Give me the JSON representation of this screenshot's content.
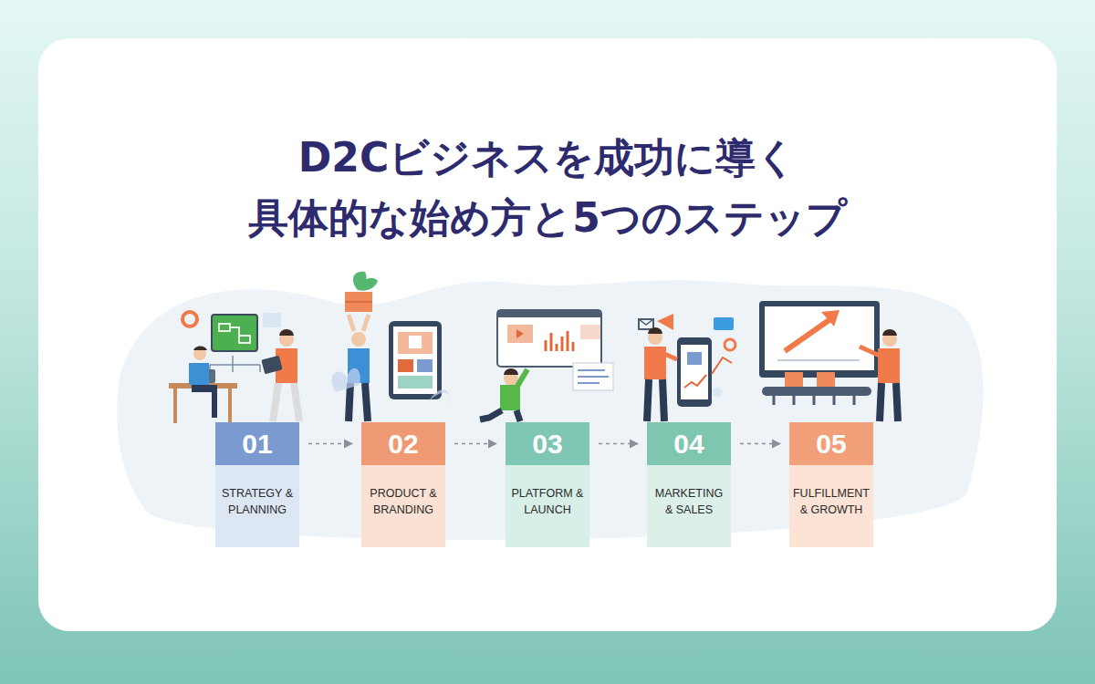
{
  "diagram": {
    "title": "D2Cビジネスを成功に導く 具体的な始め方と5つのステップ",
    "nodes": [
      {
        "text": [
          "01",
          "STRATEGY & PLANNING"
        ]
      },
      {
        "text": [
          "02",
          "PRODUCT & BRANDING"
        ]
      },
      {
        "text": [
          "03",
          "PLATFORM & LAUNCH"
        ]
      },
      {
        "text": [
          "04",
          "MARKETING & SALES"
        ]
      },
      {
        "text": [
          "05",
          "FULFILLMENT & GROWTH"
        ]
      }
    ],
    "edges": [
      {
        "from": 0,
        "to": 1,
        "arrow": "to"
      },
      {
        "from": 1,
        "to": 2,
        "arrow": "to"
      },
      {
        "from": 2,
        "to": 3,
        "arrow": "to"
      },
      {
        "from": 3,
        "to": 4,
        "arrow": "to"
      }
    ]
  }
}
